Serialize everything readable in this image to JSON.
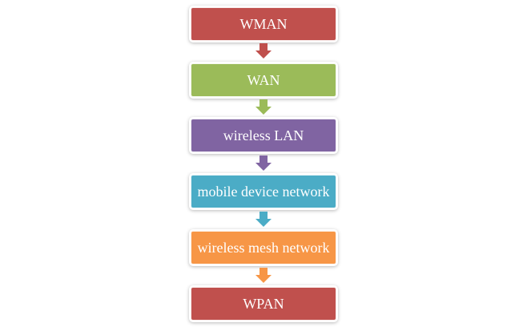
{
  "diagram": {
    "nodes": [
      {
        "label": "WMAN",
        "color": "#c0504d"
      },
      {
        "label": "WAN",
        "color": "#9bbb59"
      },
      {
        "label": "wireless LAN",
        "color": "#8064a2"
      },
      {
        "label": "mobile device network",
        "color": "#4bacc6"
      },
      {
        "label": "wireless mesh network",
        "color": "#f79646"
      },
      {
        "label": "WPAN",
        "color": "#c0504d"
      }
    ]
  }
}
